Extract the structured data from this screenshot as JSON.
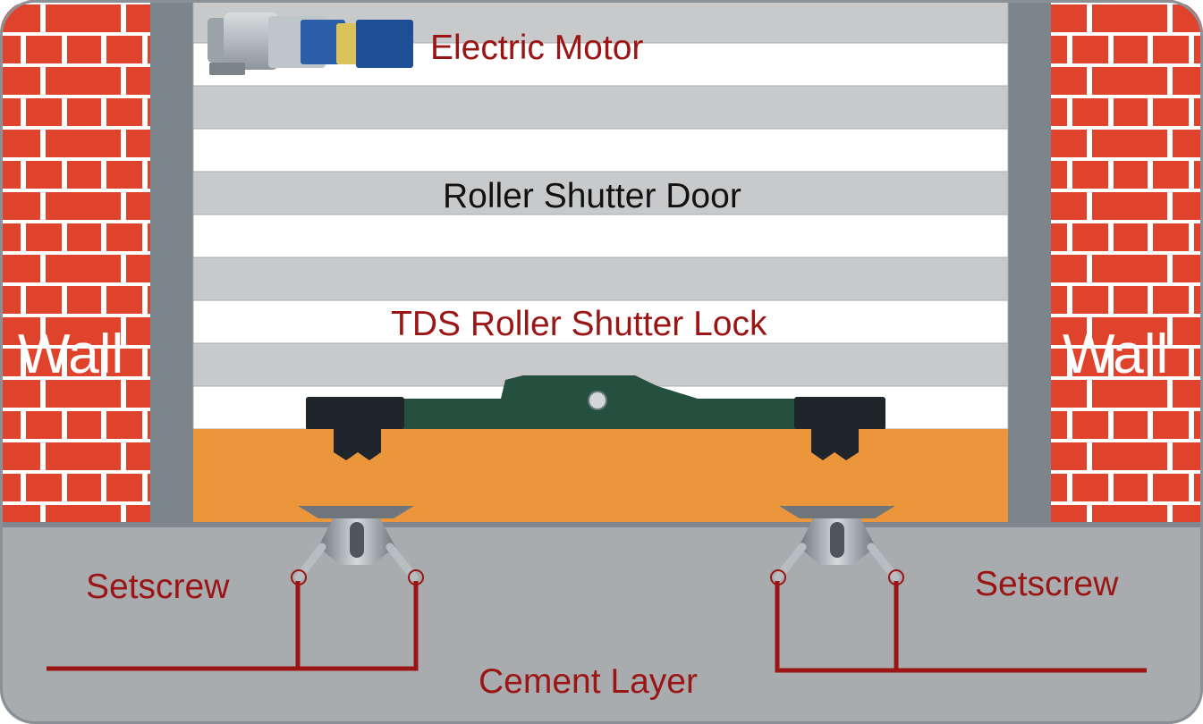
{
  "labels": {
    "motor": "Electric Motor",
    "door": "Roller Shutter Door",
    "lock": "TDS Roller Shutter Lock",
    "wall_left": "Wall",
    "wall_right": "Wall",
    "setscrew_left": "Setscrew",
    "setscrew_right": "Setscrew",
    "cement": "Cement Layer"
  },
  "colors": {
    "brick": "#e0432c",
    "mortar": "#ffffff",
    "frame_gray": "#7c858b",
    "slat_gray": "#c8c9cb",
    "slat_white": "#ffffff",
    "base_orange": "#ec963b",
    "cement_gray": "#a8acaf",
    "label_red": "#9b1515",
    "lock_green": "#25503f",
    "lock_dark": "#1f252b",
    "anchor_steel": "#9aa1a6"
  },
  "icons": {
    "motor": "electric-motor-icon",
    "lock": "lock-bar-icon",
    "anchor": "floor-anchor-icon"
  }
}
